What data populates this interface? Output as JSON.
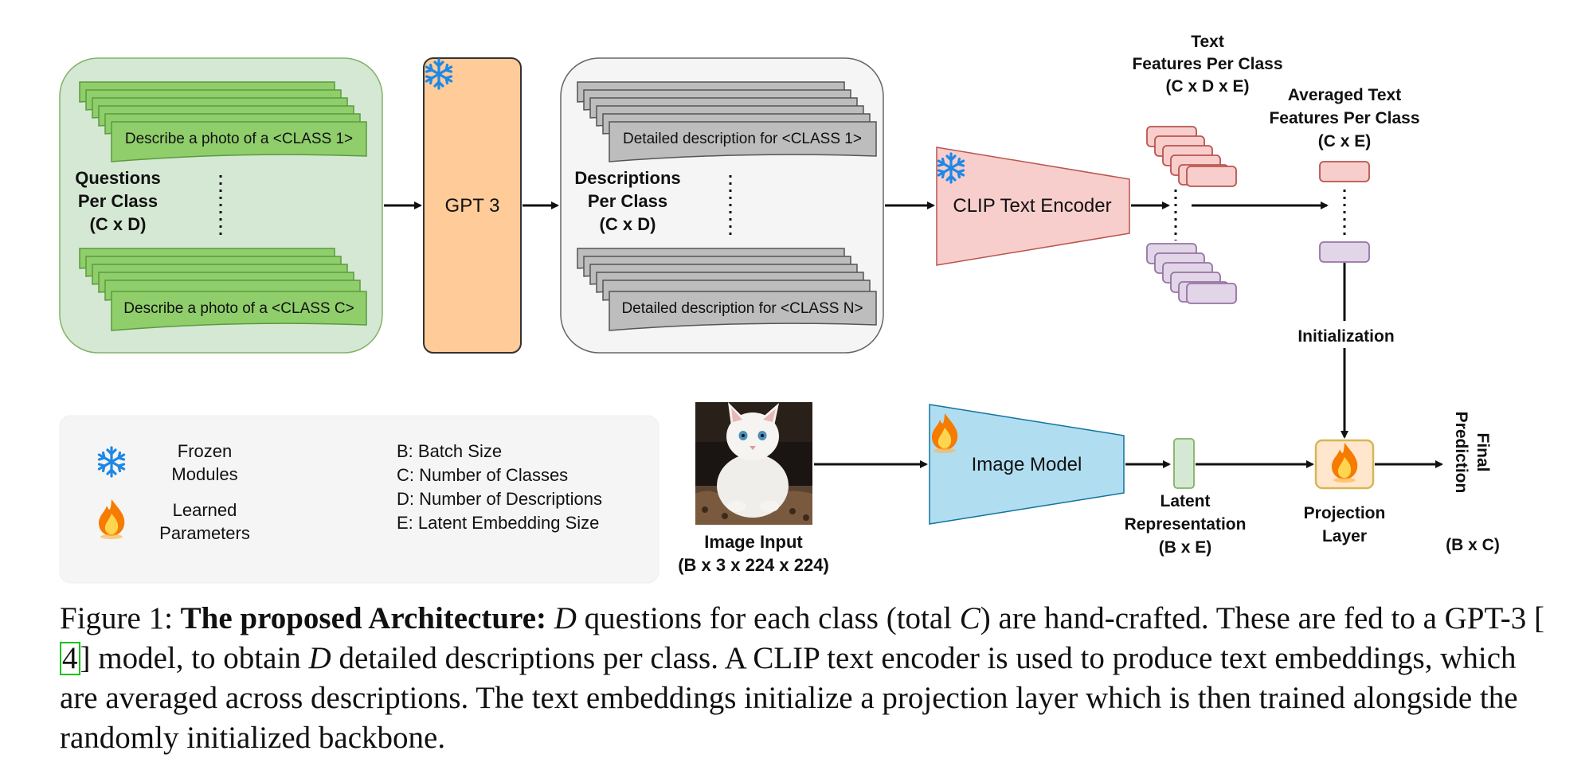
{
  "questions": {
    "label": [
      "Questions",
      "Per Class",
      "(C x D)"
    ],
    "card_first": "Describe a photo of a <CLASS 1>",
    "card_last": "Describe a photo of a <CLASS C>"
  },
  "gpt": {
    "label": "GPT 3"
  },
  "descriptions": {
    "label": [
      "Descriptions",
      "Per Class",
      "(C x D)"
    ],
    "card_first": "Detailed description for <CLASS 1>",
    "card_last": "Detailed description for <CLASS N>"
  },
  "clip_encoder": {
    "label": "CLIP Text Encoder"
  },
  "text_features": {
    "label": [
      "Text",
      "Features Per Class",
      "(C x D x E)"
    ]
  },
  "avg_features": {
    "label": [
      "Averaged Text",
      "Features Per Class",
      "(C x E)"
    ]
  },
  "initialization": {
    "label": "Initialization"
  },
  "legend": {
    "frozen": [
      "Frozen",
      "Modules"
    ],
    "learned": [
      "Learned",
      "Parameters"
    ],
    "definitions": [
      "B: Batch Size",
      "C: Number of Classes",
      "D: Number of Descriptions",
      "E: Latent Embedding Size"
    ]
  },
  "image_input": {
    "label": [
      "Image Input",
      "(B x 3 x 224 x 224)"
    ]
  },
  "image_model": {
    "label": "Image Model"
  },
  "latent": {
    "label": [
      "Latent",
      "Representation",
      "(B x E)"
    ]
  },
  "projection": {
    "label": [
      "Projection",
      "Layer"
    ]
  },
  "final": {
    "label": [
      "Final",
      "Prediction"
    ],
    "shape": "(B x C)"
  },
  "caption": {
    "prefix": "Figure 1: ",
    "title": "The proposed Architecture:",
    "t1": " questions for each class (total ",
    "t2": ") are hand-crafted. These are fed to a GPT-3 [",
    "cite": "4",
    "t3": "] model, to obtain ",
    "t4": " detailed descriptions per class. A CLIP text encoder is used to produce text embeddings, which are averaged across descriptions. The text embeddings initialize a projection layer which is then trained alongside the randomly initialized backbone.",
    "var_d": "D",
    "var_c": "C"
  },
  "colors": {
    "question_fill": "#d5e8d4",
    "question_card": "#8fce6b",
    "gpt": "#ffcc99",
    "description_fill": "#f5f5f5",
    "description_card": "#bdbdbd",
    "clip": "#f8cecc",
    "image_model": "#b1ddf0",
    "latent": "#d5e8d4",
    "projection": "#ffe6cc",
    "text_red": "#f8cecc",
    "text_purple": "#e1d5e7",
    "frozen_icon": "#1e88e5",
    "learned_icon": "#f57c00"
  }
}
